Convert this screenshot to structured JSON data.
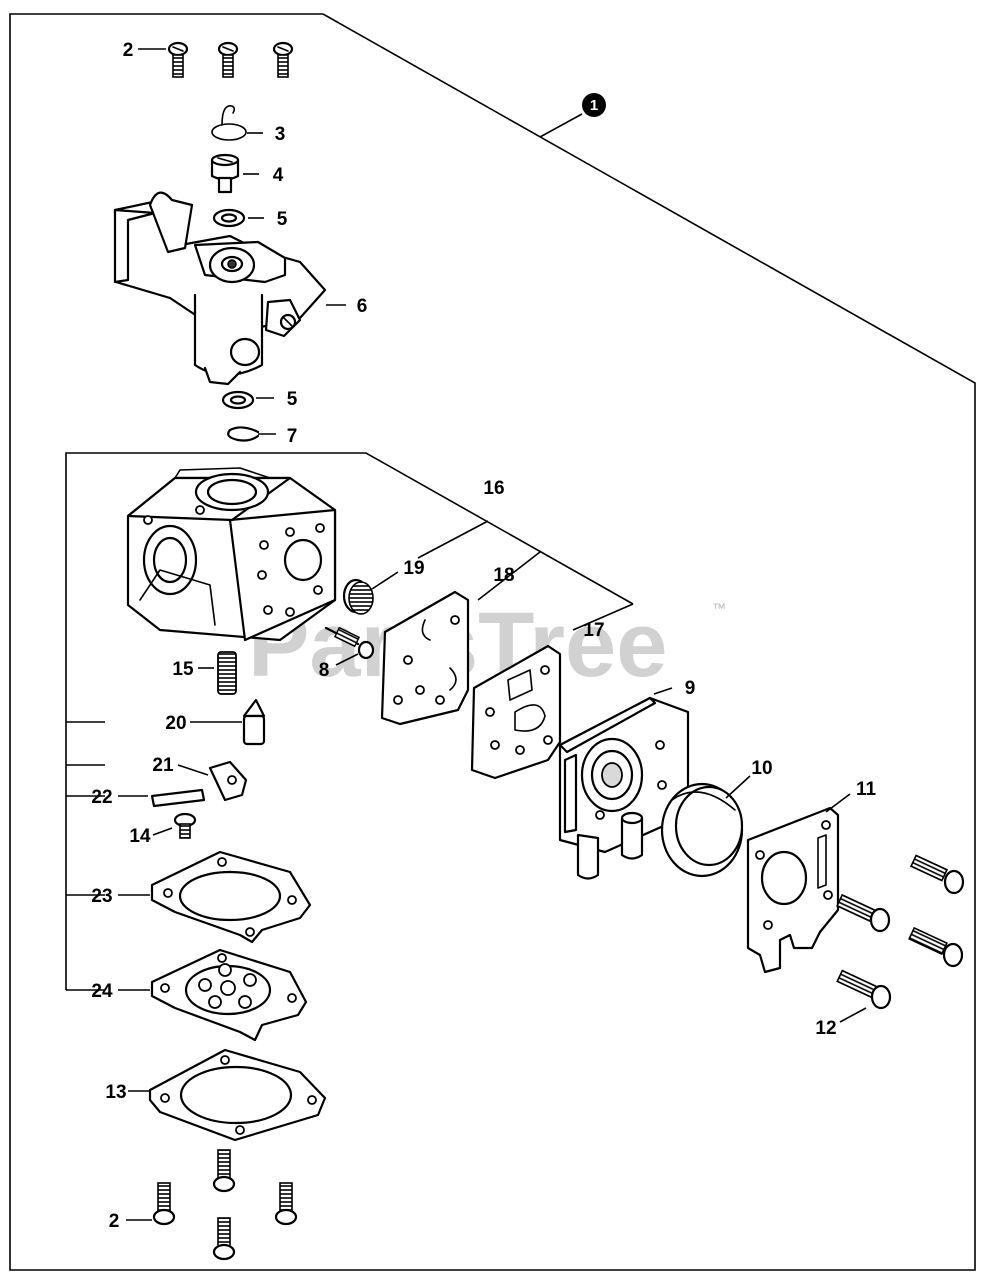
{
  "watermark": {
    "text": "PartsTree",
    "trademark": "™"
  },
  "assembly_badge": "1",
  "labels": {
    "l2a": "2",
    "l3": "3",
    "l4": "4",
    "l5a": "5",
    "l6": "6",
    "l5b": "5",
    "l7": "7",
    "l16": "16",
    "l19": "19",
    "l18": "18",
    "l17": "17",
    "l8": "8",
    "l15": "15",
    "l20": "20",
    "l21": "21",
    "l22": "22",
    "l14": "14",
    "l9": "9",
    "l10": "10",
    "l11": "11",
    "l23": "23",
    "l24": "24",
    "l12": "12",
    "l13": "13",
    "l2b": "2"
  }
}
